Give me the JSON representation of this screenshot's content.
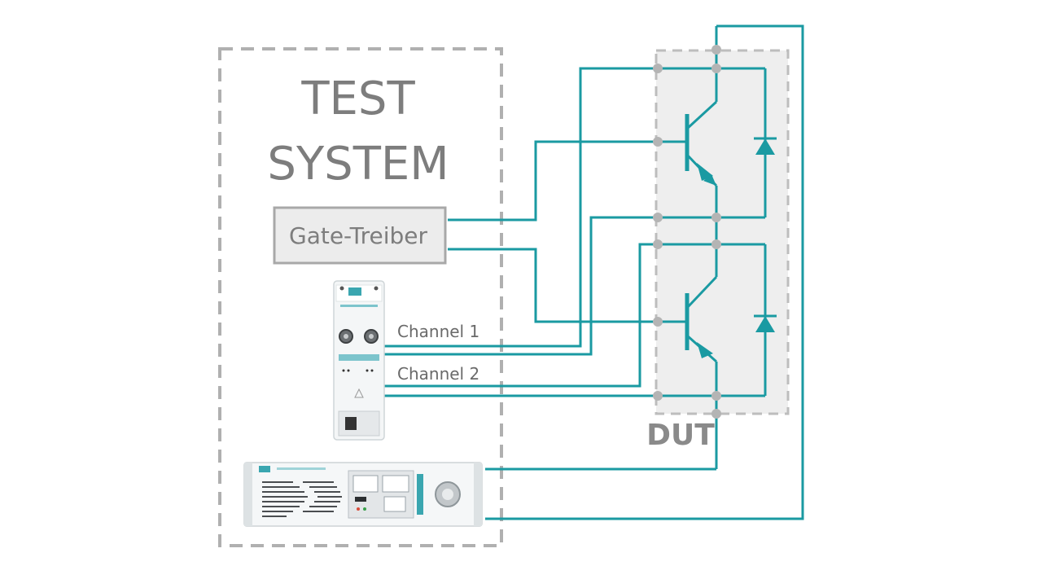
{
  "test_system": {
    "title_line1": "TEST",
    "title_line2": "SYSTEM",
    "gate_driver_label": "Gate-Treiber"
  },
  "channels": {
    "channel1_label": "Channel 1",
    "channel2_label": "Channel 2"
  },
  "dut": {
    "label": "DUT"
  },
  "colors": {
    "wire": "#1a9aa2",
    "dashed_border": "#b0b0b0",
    "dut_fill": "#eeeeee",
    "node": "#b4b4b4"
  },
  "icons": {
    "probe_module": "measurement-module-icon",
    "power_unit": "rack-power-unit-icon",
    "transistor": "igbt-transistor-icon",
    "diode": "freewheeling-diode-icon"
  }
}
